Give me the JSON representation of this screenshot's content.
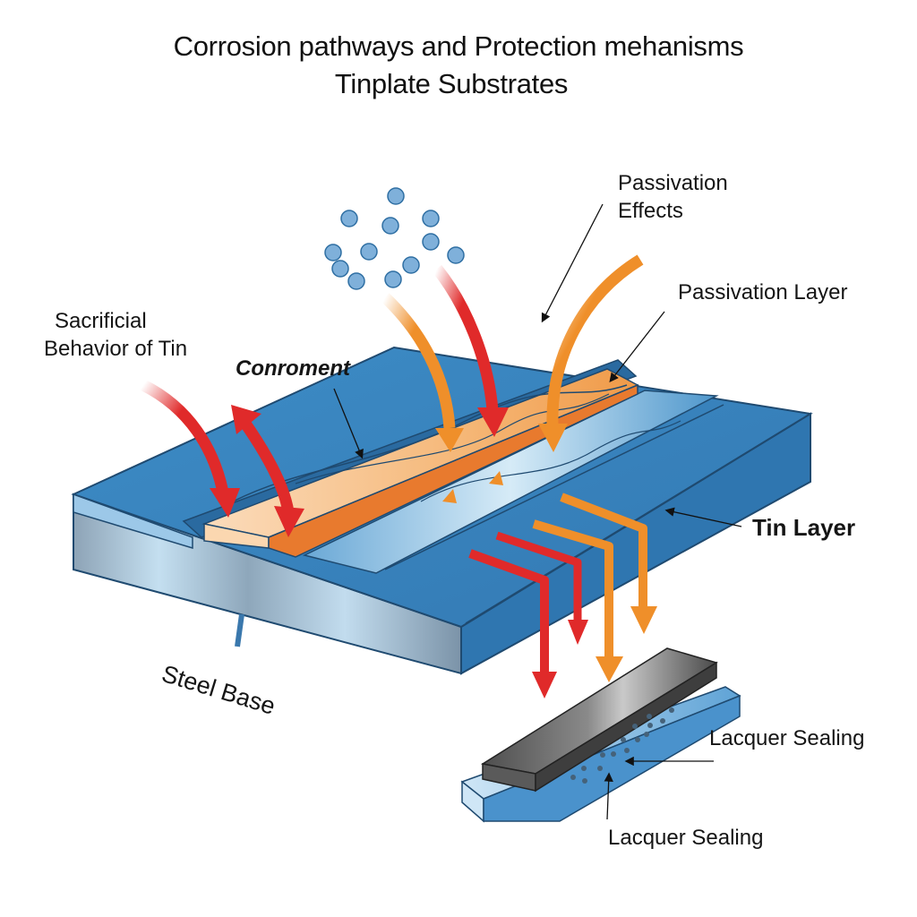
{
  "title": {
    "line1": "Corrosion pathways and Protection mehanisms",
    "line2": "Tinplate Substrates"
  },
  "labels": {
    "sacrificial": [
      "Sacrificial",
      "Behavior of Tin"
    ],
    "conroment": "Conroment",
    "passivation_effects": [
      "Passivation",
      "Effects"
    ],
    "passivation_layer": "Passivation Layer",
    "tin_layer": "Tin Layer",
    "steel_base": "Steel Base",
    "lacquer_sealing_right": "Lacquer Sealing",
    "lacquer_sealing_bottom": "Lacquer Sealing"
  },
  "colors": {
    "tin_blue": "#3a86c0",
    "tin_blue_dark": "#2f6fa3",
    "steel_light": "#b9d8ec",
    "steel_gray": "#7f95a8",
    "passivation_orange": "#f0a050",
    "passivation_orange_dark": "#e87a2e",
    "arrow_red": "#e02a2a",
    "arrow_orange": "#ef8f2a",
    "particle_blue": "#7fb0da",
    "lacquer_blue": "#8fc3e8",
    "metal_bar": "#6f6f6f"
  },
  "particles_count": 12
}
